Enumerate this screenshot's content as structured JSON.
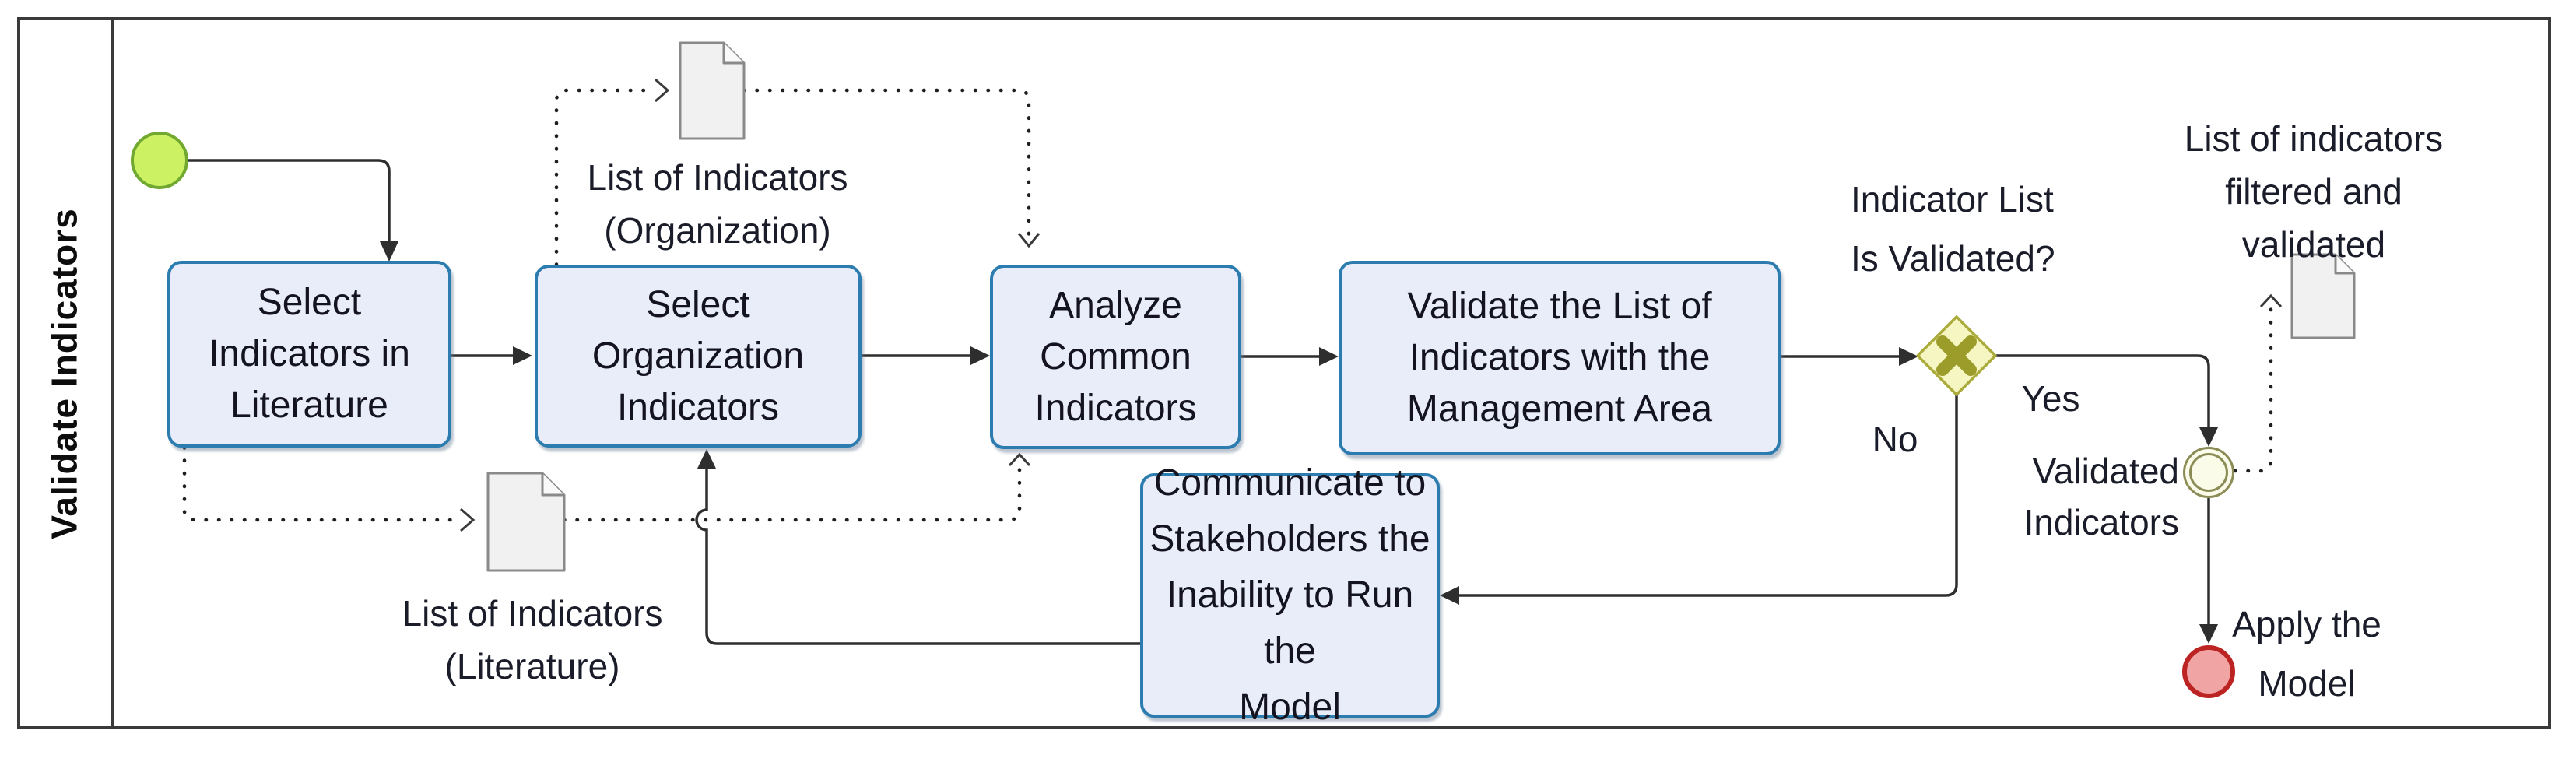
{
  "pool": {
    "title": "Validate Indicators"
  },
  "tasks": {
    "select_literature": {
      "label": "Select\nIndicators in\nLiterature"
    },
    "select_organization": {
      "label": "Select\nOrganization\nIndicators"
    },
    "analyze_common": {
      "label": "Analyze\nCommon\nIndicators"
    },
    "validate_list": {
      "label": "Validate the List of\nIndicators with the\nManagement Area"
    },
    "communicate": {
      "label": "Communicate to\nStakeholders the\nInability to Run the\nModel"
    }
  },
  "gateway": {
    "question": "Indicator List\nIs Validated?",
    "yes_label": "Yes",
    "no_label": "No"
  },
  "events": {
    "validated": {
      "label": "Validated\nIndicators"
    },
    "end": {
      "label": "Apply the\nModel"
    }
  },
  "data_objects": {
    "organization": {
      "label": "List of Indicators\n(Organization)"
    },
    "literature": {
      "label": "List of Indicators\n(Literature)"
    },
    "validated": {
      "label": "List of indicators\nfiltered and\nvalidated"
    }
  },
  "colors": {
    "task_fill": "#E9ECF9",
    "task_border": "#2C7CB0",
    "start_fill": "#CCF163",
    "start_border": "#70A830",
    "gateway_fill": "#F6F6C3",
    "gateway_border": "#ABAB3C",
    "gateway_x": "#9C9C2A",
    "intermediate_border": "#8B8B55",
    "intermediate_fill": "#FBFBEA",
    "end_border": "#BC2424",
    "end_fill": "#F1A4A4",
    "document_fill": "#F1F1F1",
    "document_border": "#8A8A8A",
    "flow_line": "#2E2E2E"
  }
}
